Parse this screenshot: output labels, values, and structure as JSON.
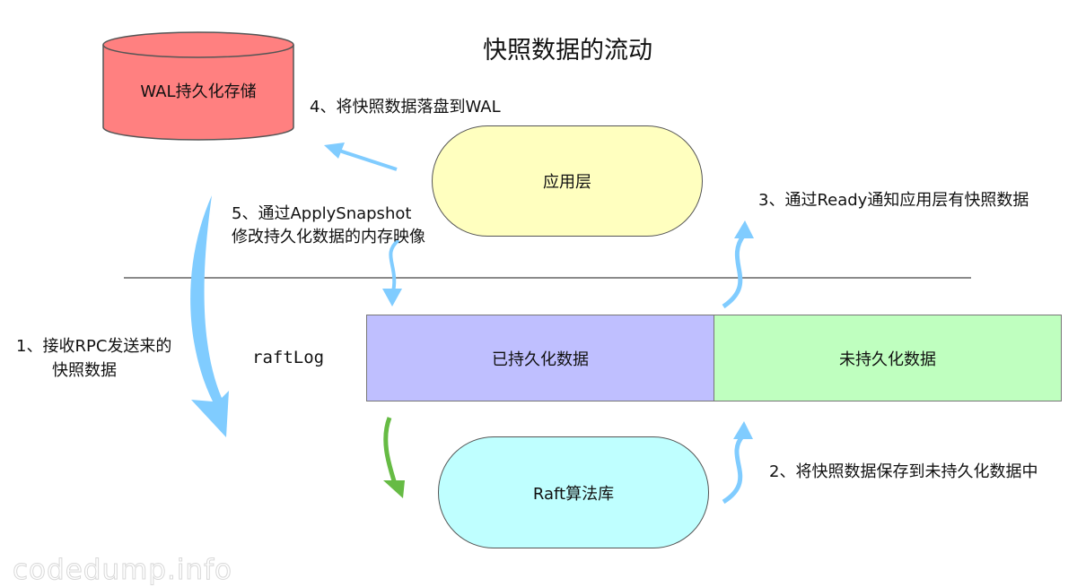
{
  "title": "快照数据的流动",
  "wal_storage": {
    "label": "WAL持久化存储",
    "color": "#ff8080"
  },
  "app_layer": {
    "label": "应用层",
    "color": "#ffffbf"
  },
  "raft_lib": {
    "label": "Raft算法库",
    "color": "#bfffff"
  },
  "raftlog": {
    "label": "raftLog",
    "persisted": {
      "label": "已持久化数据",
      "color": "#bfbfff"
    },
    "unpersisted": {
      "label": "未持久化数据",
      "color": "#bfffbf"
    }
  },
  "steps": {
    "step1_line1": "1、接收RPC发送来的",
    "step1_line2": "快照数据",
    "step2": "2、将快照数据保存到未持久化数据中",
    "step3": "3、通过Ready通知应用层有快照数据",
    "step4": "4、将快照数据落盘到WAL",
    "step5_line1": "5、通过ApplySnapshot",
    "step5_line2": "修改持久化数据的内存映像"
  },
  "arrow_colors": {
    "blue": "#80ccff",
    "green": "#66bb44"
  },
  "watermark": "codedump.info"
}
